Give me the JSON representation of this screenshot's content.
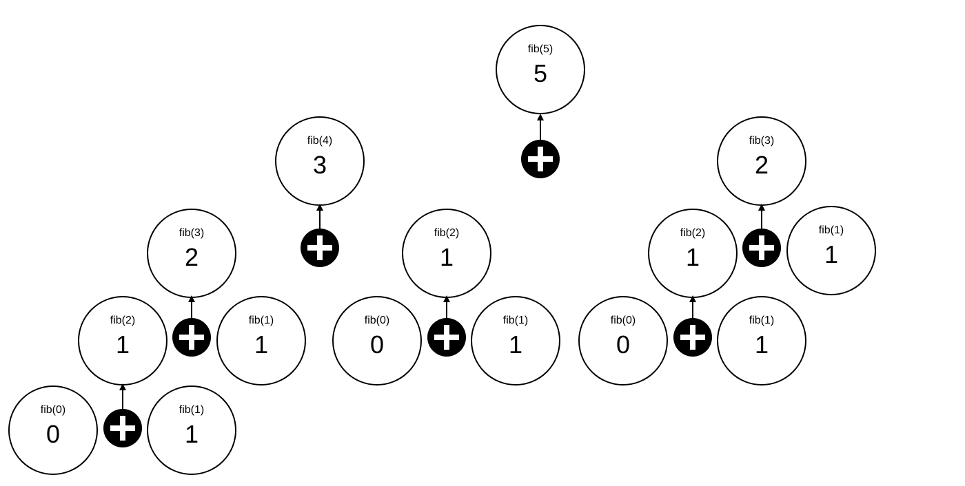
{
  "colors": {
    "node_border": "#000000",
    "node_fill": "#ffffff",
    "operator_fill": "#000000",
    "operator_symbol": "#ffffff"
  },
  "operator_icon": "plus-icon",
  "nodes": [
    {
      "id": "n1",
      "label": "fib(0)",
      "value": "0"
    },
    {
      "id": "n2",
      "label": "fib(1)",
      "value": "1"
    },
    {
      "id": "n3",
      "label": "fib(2)",
      "value": "1"
    },
    {
      "id": "n4",
      "label": "fib(1)",
      "value": "1"
    },
    {
      "id": "n5",
      "label": "fib(3)",
      "value": "2"
    },
    {
      "id": "n6",
      "label": "fib(4)",
      "value": "3"
    },
    {
      "id": "n7",
      "label": "fib(0)",
      "value": "0"
    },
    {
      "id": "n8",
      "label": "fib(1)",
      "value": "1"
    },
    {
      "id": "n9",
      "label": "fib(2)",
      "value": "1"
    },
    {
      "id": "n10",
      "label": "fib(5)",
      "value": "5"
    },
    {
      "id": "n11",
      "label": "fib(0)",
      "value": "0"
    },
    {
      "id": "n12",
      "label": "fib(1)",
      "value": "1"
    },
    {
      "id": "n13",
      "label": "fib(2)",
      "value": "1"
    },
    {
      "id": "n14",
      "label": "fib(1)",
      "value": "1"
    },
    {
      "id": "n15",
      "label": "fib(3)",
      "value": "2"
    }
  ]
}
